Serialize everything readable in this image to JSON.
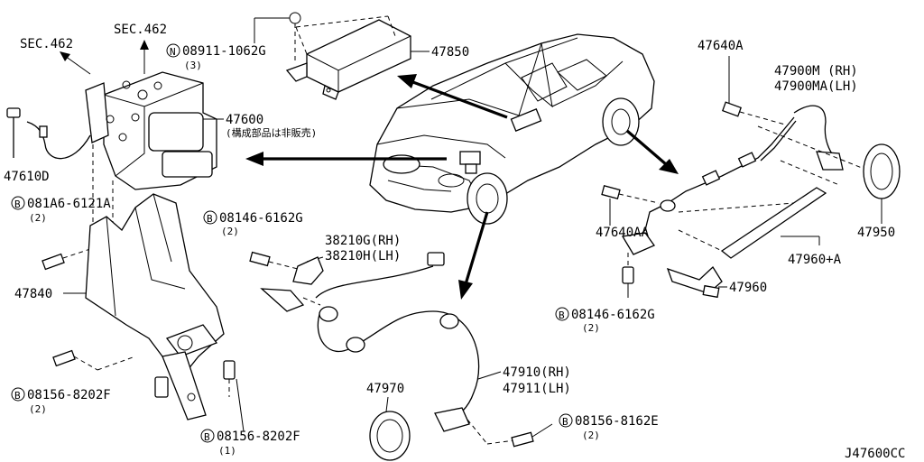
{
  "diagram_code": "J47600CC",
  "labels": {
    "sec462_left": "SEC.462",
    "sec462_top": "SEC.462",
    "n_bolt": "08911-1062G",
    "n_bolt_qty": "(3)",
    "unit_47850": "47850",
    "actuator": "47600",
    "actuator_note": "(構成部品は非販売)",
    "p47610d": "47610D",
    "b081a6": "081A6-6121A",
    "b081a6_qty": "(2)",
    "b08146_top": "08146-6162G",
    "b08146_top_qty": "(2)",
    "wire_38210g": "38210G(RH)",
    "wire_38210h": "38210H(LH)",
    "bracket_47840": "47840",
    "b08156_left": "08156-8202F",
    "b08156_left_qty": "(2)",
    "b08156_bottom": "08156-8202F",
    "b08156_bottom_qty": "(1)",
    "p47970": "47970",
    "sensor_47910": "47910(RH)",
    "sensor_47911": "47911(LH)",
    "b08156_8162e": "08156-8162E",
    "b08156_8162e_qty": "(2)",
    "p47640a": "47640A",
    "sensor_47900m": "47900M (RH)",
    "sensor_47900ma": "47900MA(LH)",
    "p47640aa": "47640AA",
    "p47950": "47950",
    "p47960a": "47960+A",
    "p47960": "47960",
    "b08146_right": "08146-6162G",
    "b08146_right_qty": "(2)"
  },
  "markers": {
    "bolt_b": "B",
    "nut_n": "N"
  },
  "icons": {
    "leader_arrows": "arrow-right-icon",
    "circled_b": "bolt-b-icon",
    "circled_n": "nut-n-icon"
  }
}
